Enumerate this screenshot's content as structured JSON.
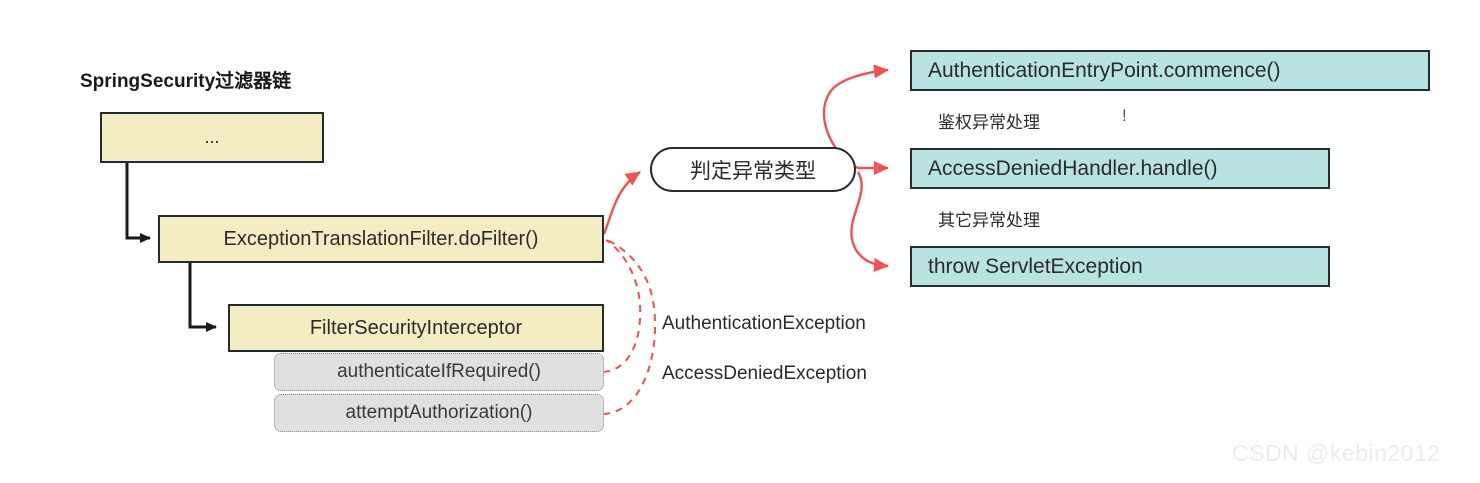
{
  "diagram": {
    "title": "SpringSecurity过滤器链",
    "watermark": "CSDN @kebin2012",
    "colors": {
      "filter_fill": "#f4ecc2",
      "handler_fill": "#b8e3e0",
      "method_fill": "#e0e0e0",
      "stroke": "#232b33",
      "exception_arrow": "#ef5350"
    },
    "filter_chain": {
      "ellipsis_box": "...",
      "exception_filter": "ExceptionTranslationFilter.doFilter()",
      "security_interceptor": "FilterSecurityInterceptor",
      "interceptor_methods": [
        "authenticateIfRequired()",
        "attemptAuthorization()"
      ]
    },
    "decision": {
      "label": "判定异常类型"
    },
    "handlers": [
      {
        "label": "AuthenticationEntryPoint.commence()"
      },
      {
        "label": "AccessDeniedHandler.handle()"
      },
      {
        "label": "throw ServletException"
      }
    ],
    "branch_labels": [
      "鉴权异常处理",
      "其它异常处理"
    ],
    "branch_artifact": "!",
    "exception_labels": [
      "AuthenticationException",
      "AccessDeniedException"
    ]
  }
}
